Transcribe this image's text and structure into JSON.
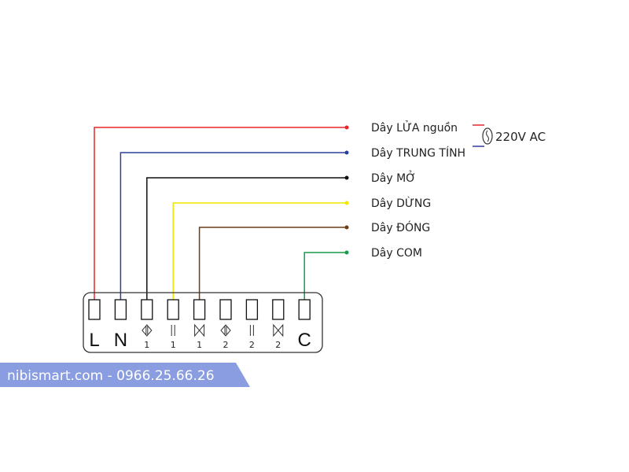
{
  "wires": [
    {
      "label": "Dây LỬA nguồn",
      "color": "#e8262a",
      "terminal": 0
    },
    {
      "label": "Dây TRUNG TÍNH",
      "color": "#2b3f9c",
      "terminal": 1
    },
    {
      "label": "Dây MỞ",
      "color": "#111111",
      "terminal": 2
    },
    {
      "label": "Dây DỪNG",
      "color": "#f2e600",
      "terminal": 3
    },
    {
      "label": "Dây ĐÓNG",
      "color": "#6b3c16",
      "terminal": 4
    },
    {
      "label": "Dây COM",
      "color": "#1a9a4a",
      "terminal": 8
    }
  ],
  "supply": {
    "label": "220V AC"
  },
  "terminals": [
    {
      "label": "L",
      "sub": "",
      "icon": "text"
    },
    {
      "label": "N",
      "sub": "",
      "icon": "text"
    },
    {
      "label": "",
      "sub": "1",
      "icon": "open-icon"
    },
    {
      "label": "",
      "sub": "1",
      "icon": "stop-icon"
    },
    {
      "label": "",
      "sub": "1",
      "icon": "close-icon"
    },
    {
      "label": "",
      "sub": "2",
      "icon": "open-icon"
    },
    {
      "label": "",
      "sub": "2",
      "icon": "stop-icon"
    },
    {
      "label": "",
      "sub": "2",
      "icon": "close-icon"
    },
    {
      "label": "C",
      "sub": "",
      "icon": "text"
    }
  ],
  "banner": {
    "text": "nibismart.com - 0966.25.66.26",
    "color": "#8a9de0"
  }
}
